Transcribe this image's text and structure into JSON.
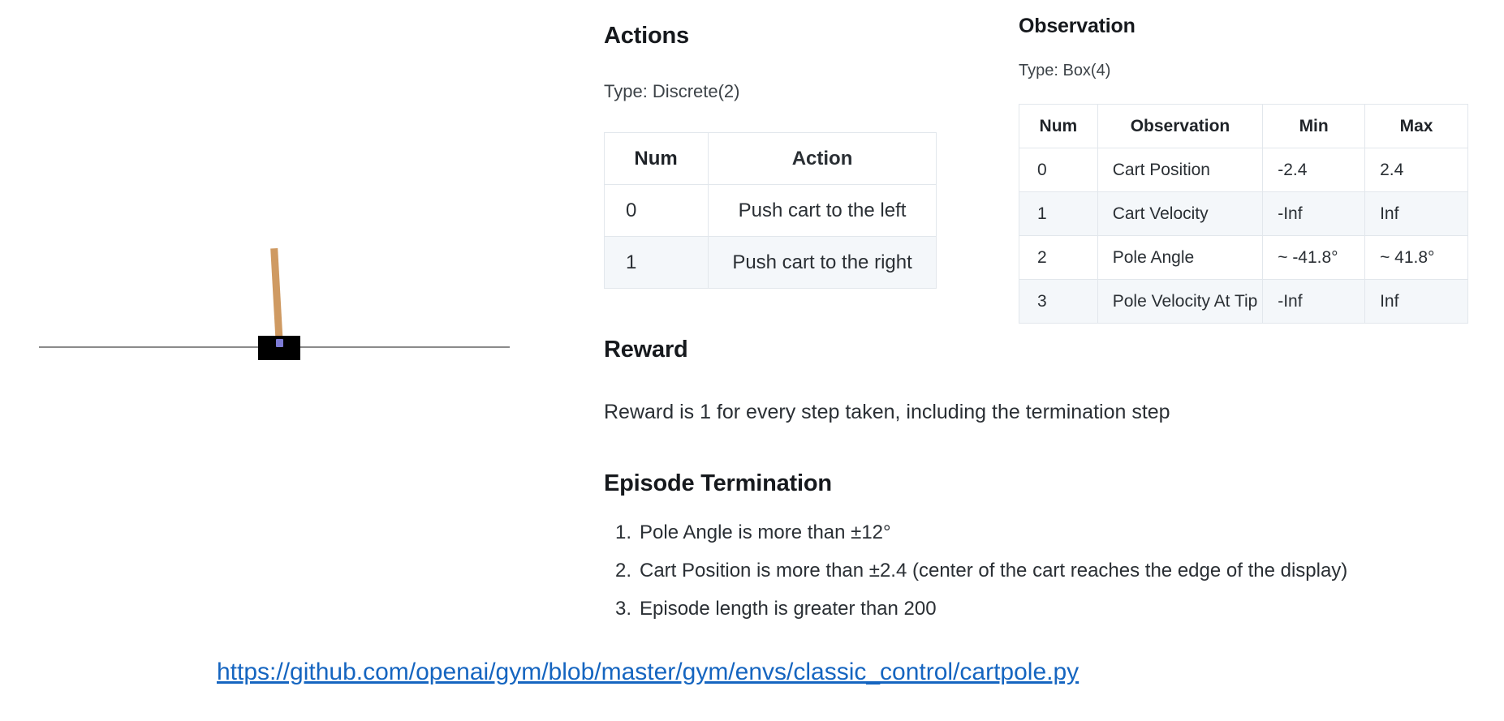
{
  "figure": {
    "name": "cartpole-environment-illustration",
    "cart_color": "#000000",
    "pole_color": "#cf9a62",
    "axle_color": "#7c7ad4",
    "track_color": "#8b8b8b"
  },
  "actions": {
    "heading": "Actions",
    "type_line": "Type: Discrete(2)",
    "columns": [
      "Num",
      "Action"
    ],
    "rows": [
      {
        "num": "0",
        "action": "Push cart to the left"
      },
      {
        "num": "1",
        "action": "Push cart to the right"
      }
    ]
  },
  "observation": {
    "heading": "Observation",
    "type_line": "Type: Box(4)",
    "columns": [
      "Num",
      "Observation",
      "Min",
      "Max"
    ],
    "rows": [
      {
        "num": "0",
        "observation": "Cart Position",
        "min": "-2.4",
        "max": "2.4"
      },
      {
        "num": "1",
        "observation": "Cart Velocity",
        "min": "-Inf",
        "max": "Inf"
      },
      {
        "num": "2",
        "observation": "Pole Angle",
        "min": "~ -41.8°",
        "max": "~ 41.8°"
      },
      {
        "num": "3",
        "observation": "Pole Velocity At Tip",
        "min": "-Inf",
        "max": "Inf"
      }
    ]
  },
  "reward": {
    "heading": "Reward",
    "text": "Reward is 1 for every step taken, including the termination step"
  },
  "termination": {
    "heading": "Episode Termination",
    "items": [
      {
        "num": "1.",
        "text": "Pole Angle is more than ±12°"
      },
      {
        "num": "2.",
        "text": "Cart Position is more than ±2.4 (center of the cart reaches the edge of the display)"
      },
      {
        "num": "3.",
        "text": "Episode length is greater than 200"
      }
    ]
  },
  "source": {
    "url_text": "https://github.com/openai/gym/blob/master/gym/envs/classic_control/cartpole.py",
    "color": "#1565c0"
  }
}
